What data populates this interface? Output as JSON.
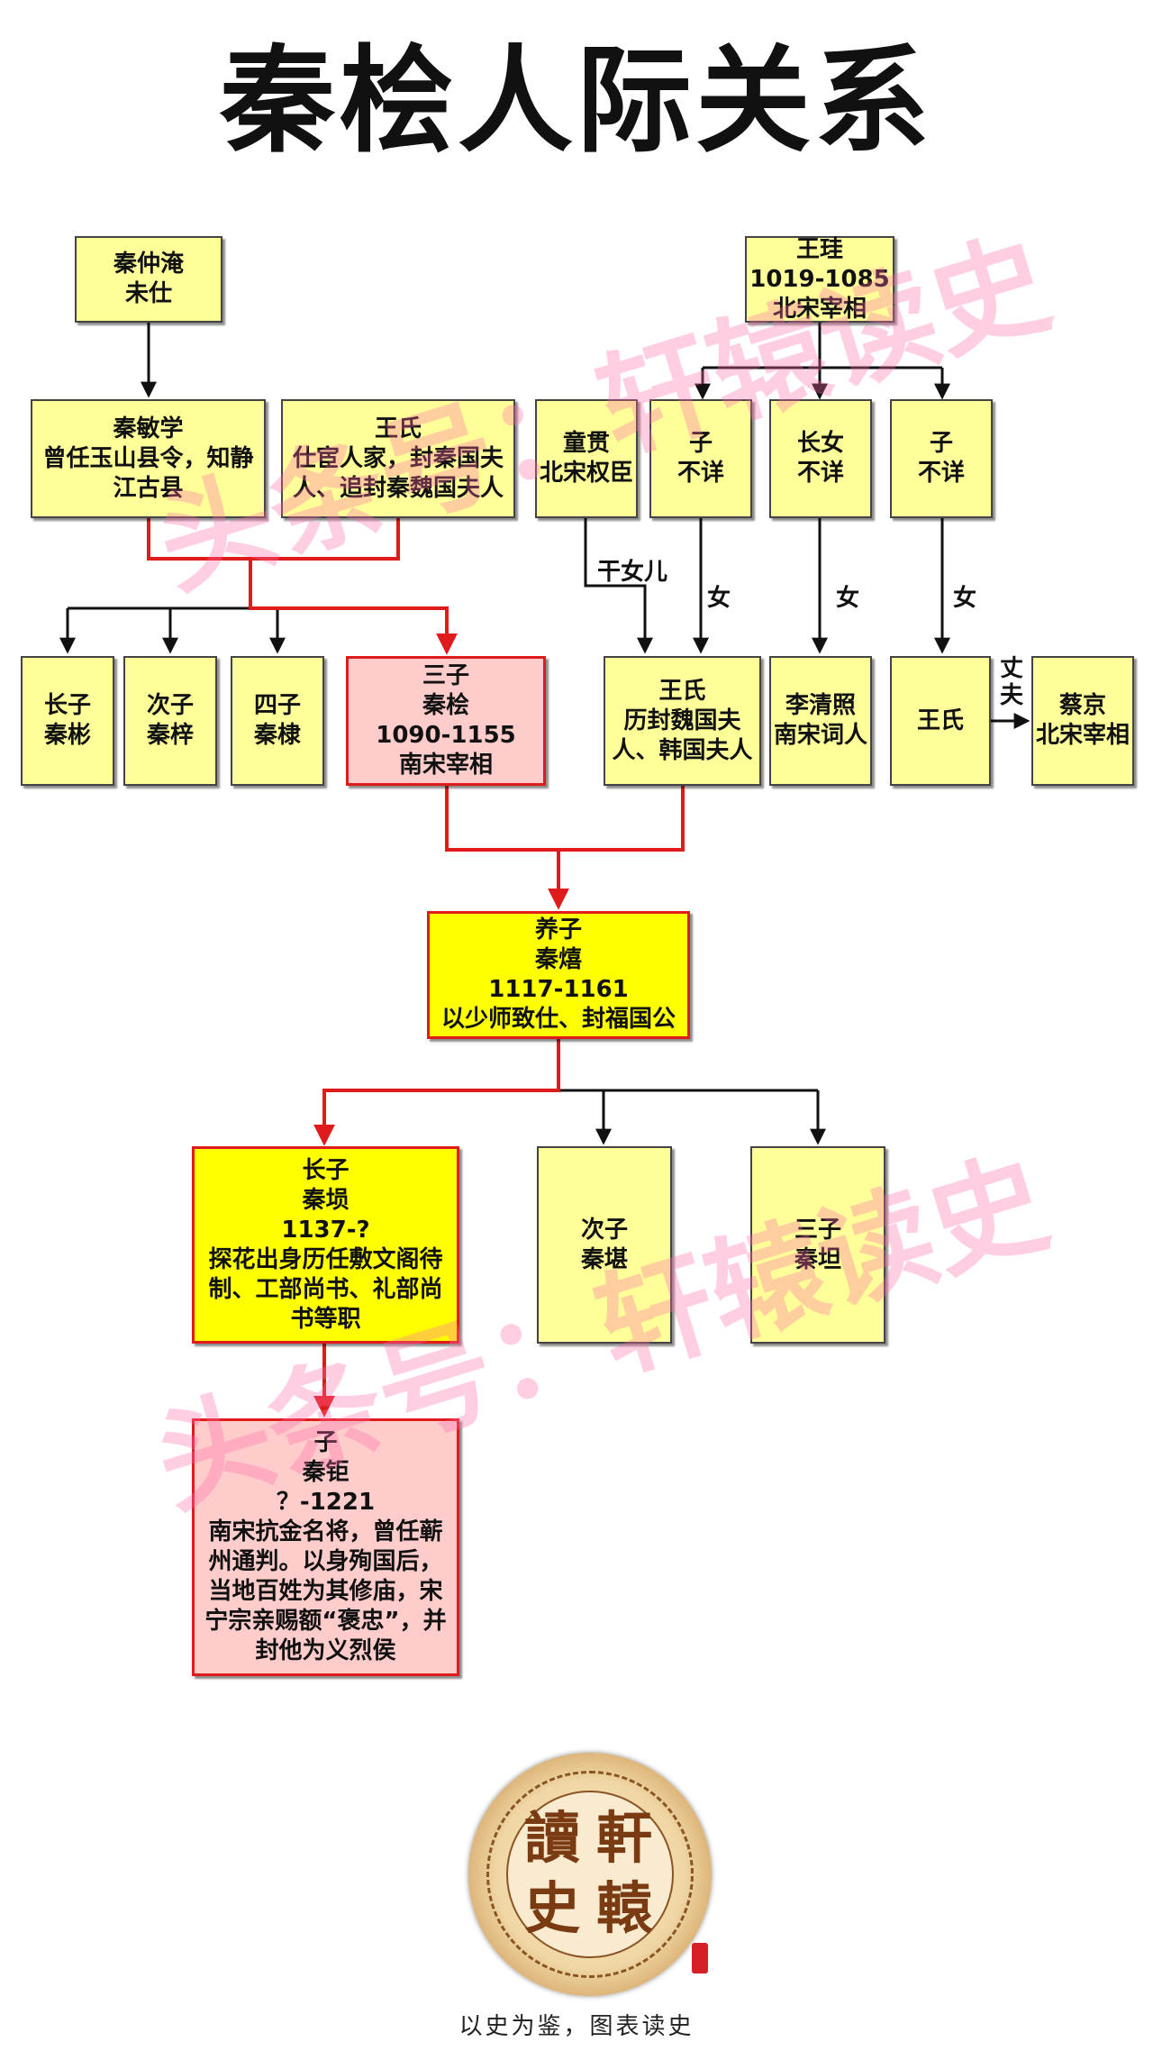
{
  "title": "秦桧人际关系",
  "watermark": "头条号：轩辕读史",
  "nodes": {
    "qin_zhongyan": [
      "秦仲淹",
      "未仕"
    ],
    "qin_minxue": [
      "秦敏学",
      "曾任玉山县令，知静",
      "江古县"
    ],
    "wang_shi_mother": [
      "王氏",
      "仕宦人家，封秦国夫",
      "人、追封秦魏国夫人"
    ],
    "wang_gui": [
      "王珪",
      "1019-1085",
      "北宋宰相"
    ],
    "tong_guan": [
      "童贯",
      "北宋权臣"
    ],
    "son_unknown_1": [
      "子",
      "不详"
    ],
    "eldest_daughter": [
      "长女",
      "不详"
    ],
    "son_unknown_2": [
      "子",
      "不详"
    ],
    "qin_bin": [
      "长子",
      "秦彬"
    ],
    "qin_zi": [
      "次子",
      "秦梓"
    ],
    "qin_di": [
      "四子",
      "秦棣"
    ],
    "qin_hui": [
      "三子",
      "秦桧",
      "1090-1155",
      "南宋宰相"
    ],
    "wang_shi_wife": [
      "王氏",
      "历封魏国夫",
      "人、韩国夫人"
    ],
    "li_qingzhao": [
      "李清照",
      "南宋词人"
    ],
    "wang_shi_caijing_wife": [
      "王氏"
    ],
    "cai_jing": [
      "蔡京",
      "北宋宰相"
    ],
    "qin_xi": [
      "养子",
      "秦熺",
      "1117-1161",
      "以少师致仕、封福国公"
    ],
    "qin_kan_eldest": [
      "长子",
      "秦埙",
      "1137-?",
      "探花出身历任敷文阁待",
      "制、工部尚书、礼部尚",
      "书等职"
    ],
    "qin_kan_second": [
      "次子",
      "秦堪"
    ],
    "qin_tan": [
      "三子",
      "秦坦"
    ],
    "qin_ju": [
      "子",
      "秦钜",
      "？-1221",
      "南宋抗金名将，曾任蕲",
      "州通判。以身殉国后，",
      "当地百姓为其修庙，宋",
      "宁宗亲赐额“褒忠”，并",
      "封他为义烈侯"
    ]
  },
  "edge_labels": {
    "adopted_daughter": "干女儿",
    "daughter_1": "女",
    "daughter_2": "女",
    "daughter_3": "女",
    "husband": "丈夫"
  },
  "logo": {
    "chars": [
      "讀",
      "軒",
      "史",
      "轅"
    ],
    "slogan": "以史为鉴，图表读史"
  },
  "colors": {
    "node_fill": "#ffff99",
    "highlight_fill": "#ffff00",
    "lineage_fill": "#ffcccc",
    "lineage_line": "#e01b1b",
    "normal_line": "#111111"
  }
}
